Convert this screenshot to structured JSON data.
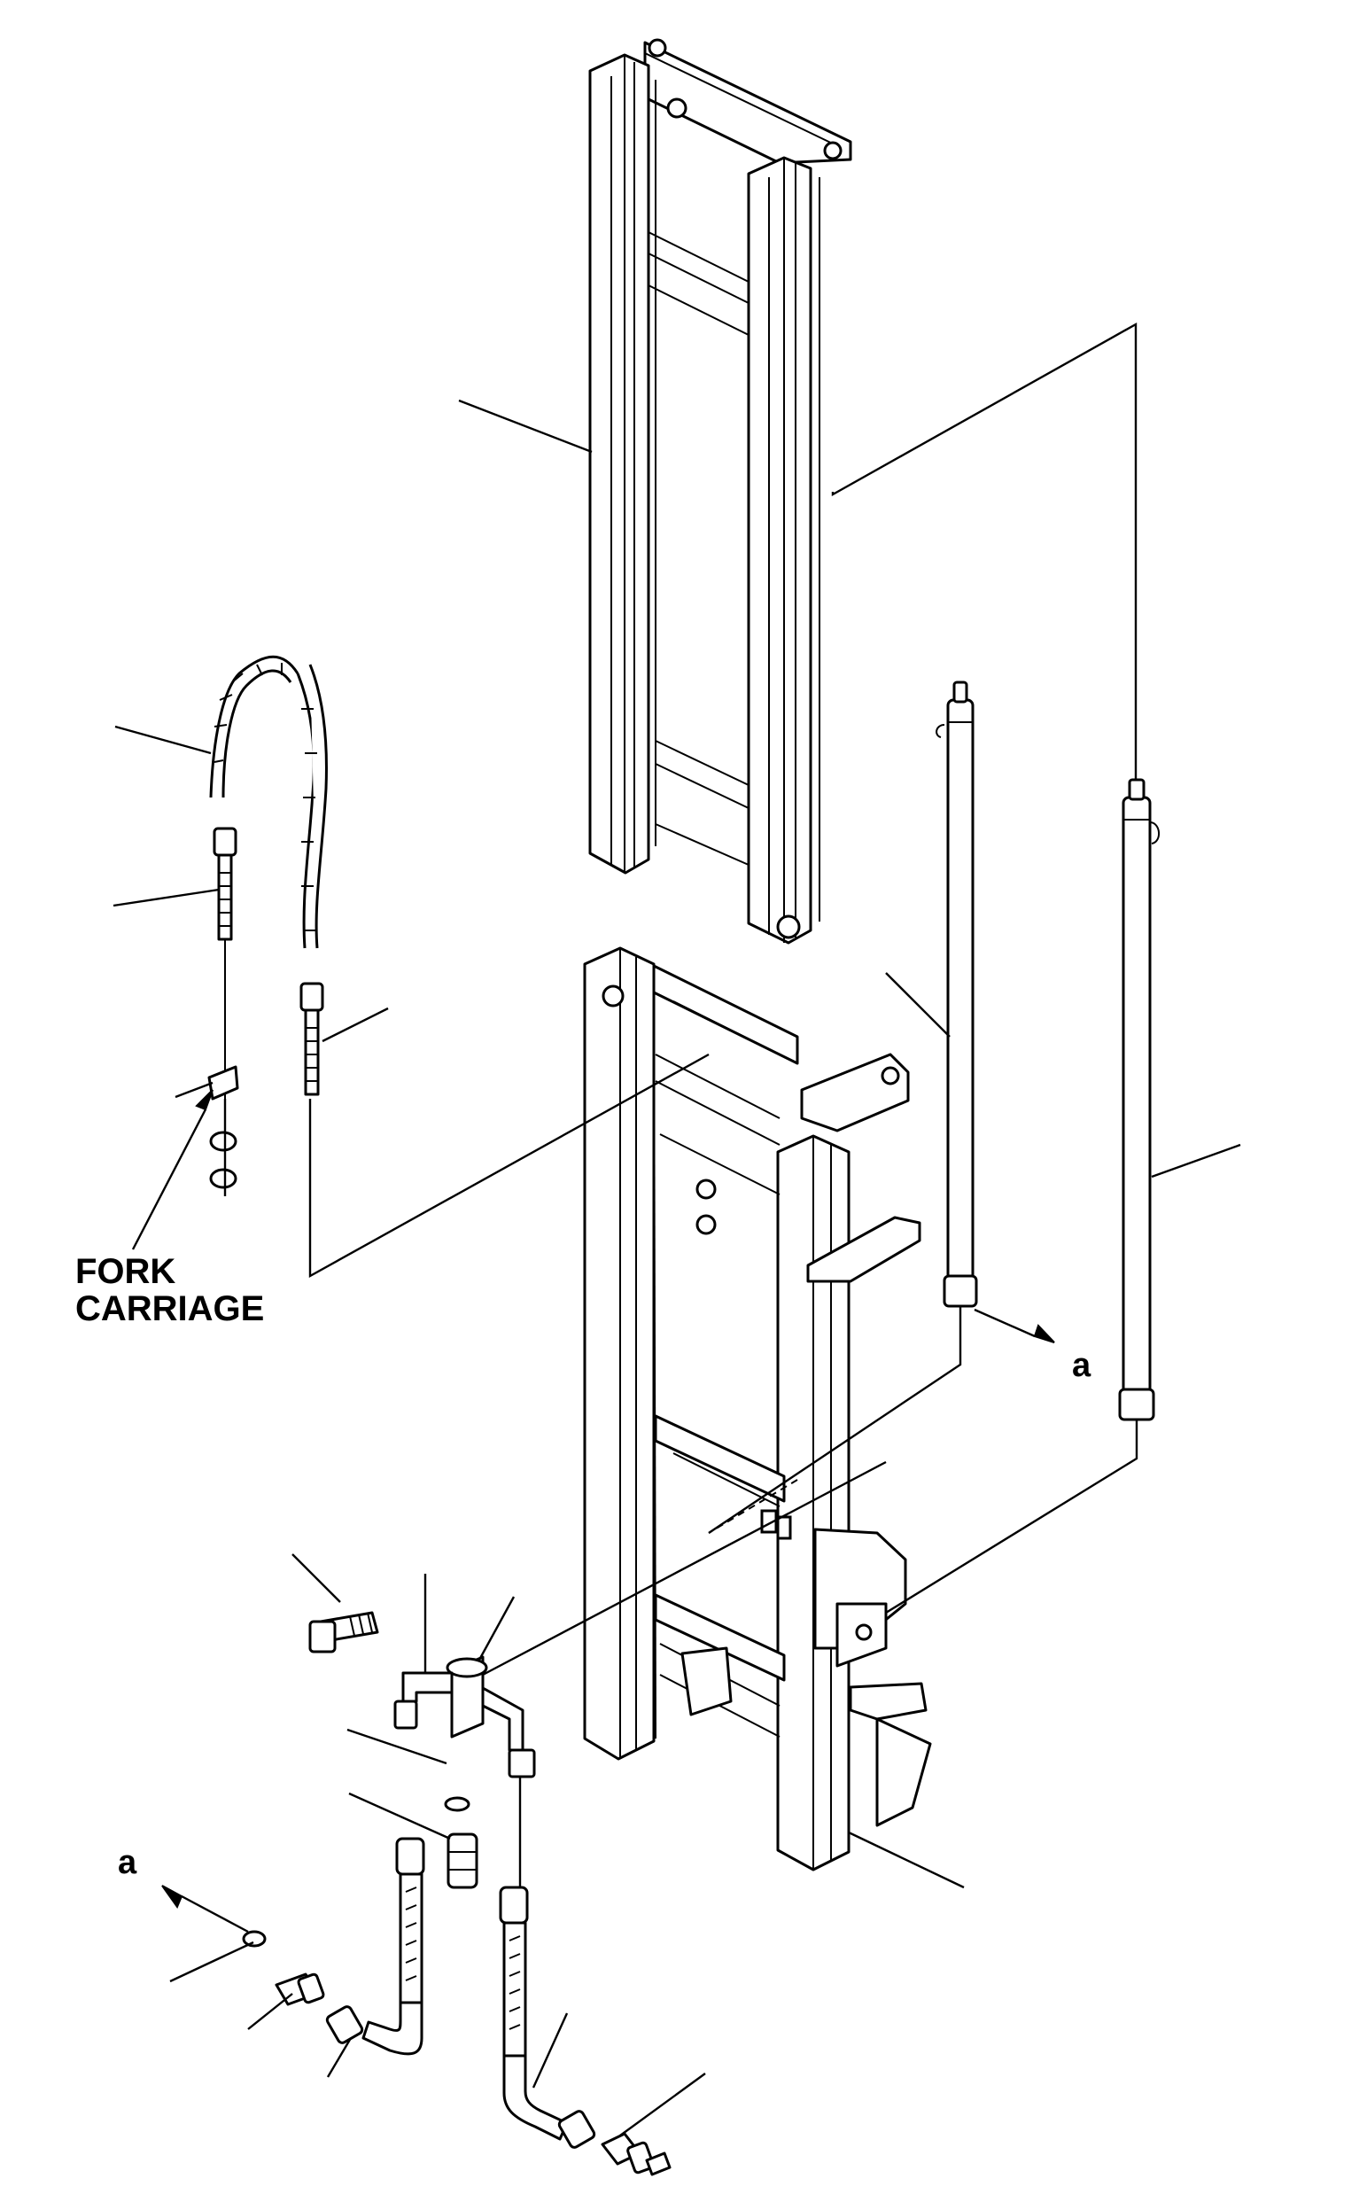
{
  "labels": {
    "fork_carriage": "FORK\nCARRIAGE",
    "ref_a_right": "a",
    "ref_a_left": "a"
  },
  "colors": {
    "line": "#000000",
    "background": "#ffffff"
  },
  "icons": [
    "chain-icon",
    "chain-anchor-icon",
    "nut-icon",
    "lift-cylinder-icon",
    "hose-icon",
    "fitting-icon",
    "valve-block-icon",
    "bolt-icon",
    "o-ring-icon"
  ]
}
